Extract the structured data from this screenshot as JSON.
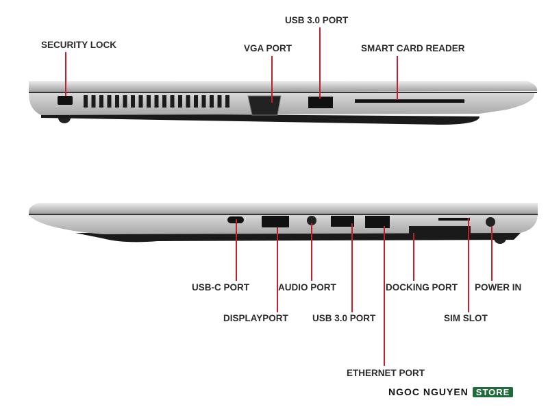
{
  "top_view": {
    "labels": {
      "security_lock": "SECURITY LOCK",
      "vga_port": "VGA PORT",
      "usb30_port": "USB 3.0 PORT",
      "smart_card_reader": "SMART CARD READER"
    }
  },
  "bottom_view": {
    "labels": {
      "usbc_port": "USB-C PORT",
      "displayport": "DISPLAYPORT",
      "audio_port": "AUDIO PORT",
      "usb30_port": "USB 3.0 PORT",
      "ethernet_port": "ETHERNET PORT",
      "docking_port": "DOCKING PORT",
      "sim_slot": "SIM SLOT",
      "power_in": "POWER IN"
    }
  },
  "brand": {
    "name": "NGOC NGUYEN",
    "tag": "STORE"
  },
  "colors": {
    "callout": "#c0202a",
    "brand_green": "#1f6b3a"
  }
}
